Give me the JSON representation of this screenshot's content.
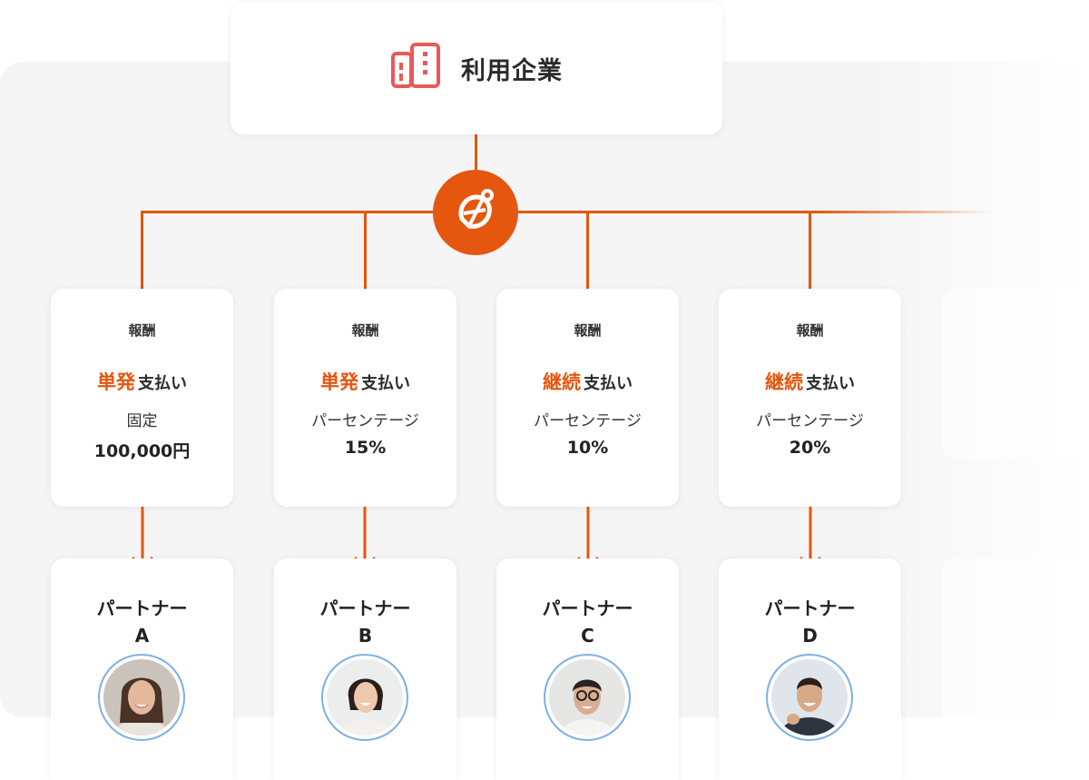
{
  "company": {
    "label": "利用企業",
    "icon": "building-icon",
    "icon_color": "#e85a5a"
  },
  "hub": {
    "icon": "bee-logo-icon",
    "color": "#e5560f"
  },
  "accent_color": "#e5560f",
  "rewards": [
    {
      "title": "報酬",
      "kind": "単発",
      "label": "支払い",
      "method": "固定",
      "amount": "100,000円"
    },
    {
      "title": "報酬",
      "kind": "単発",
      "label": "支払い",
      "method": "パーセンテージ",
      "amount": "15%"
    },
    {
      "title": "報酬",
      "kind": "継続",
      "label": "支払い",
      "method": "パーセンテージ",
      "amount": "10%"
    },
    {
      "title": "報酬",
      "kind": "継続",
      "label": "支払い",
      "method": "パーセンテージ",
      "amount": "20%"
    }
  ],
  "partners": [
    {
      "title": "パートナー",
      "letter": "A",
      "avatar": "woman-smiling-avatar"
    },
    {
      "title": "パートナー",
      "letter": "B",
      "avatar": "woman-laughing-avatar"
    },
    {
      "title": "パートナー",
      "letter": "C",
      "avatar": "man-glasses-avatar"
    },
    {
      "title": "パートナー",
      "letter": "D",
      "avatar": "man-suit-avatar"
    }
  ]
}
